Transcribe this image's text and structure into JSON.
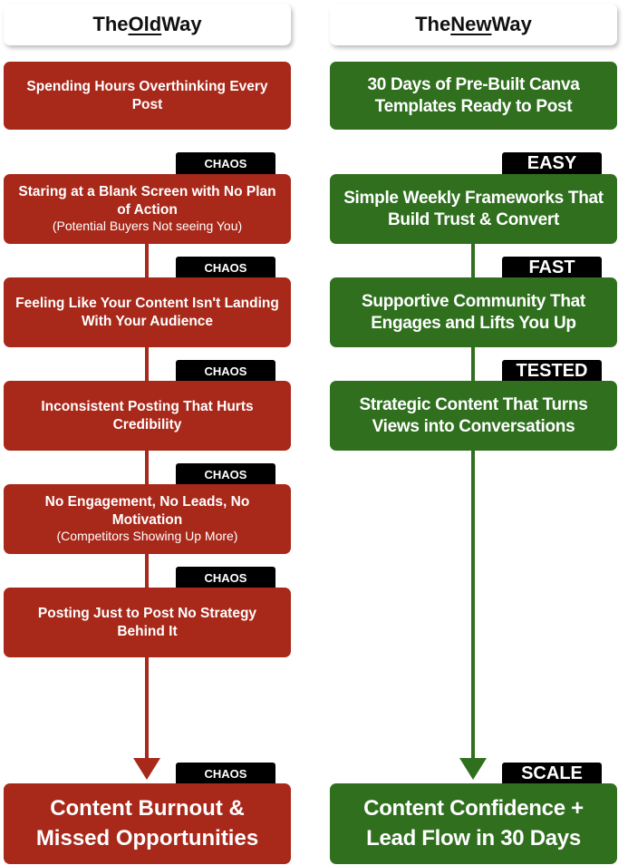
{
  "old": {
    "title_pre": "The ",
    "title_u": "Old",
    "title_post": " Way",
    "steps": [
      {
        "title": "Spending Hours Overthinking Every Post"
      },
      {
        "badge": "CHAOS",
        "title": "Staring at a Blank Screen with No Plan of Action",
        "sub": "(Potential Buyers Not seeing You)"
      },
      {
        "badge": "CHAOS",
        "title": "Feeling Like Your Content Isn't Landing With Your Audience"
      },
      {
        "badge": "CHAOS",
        "title": "Inconsistent Posting That Hurts Credibility"
      },
      {
        "badge": "CHAOS",
        "title": "No Engagement, No Leads, No Motivation",
        "sub": "(Competitors Showing Up More)"
      },
      {
        "badge": "CHAOS",
        "title": "Posting Just to Post  No Strategy Behind It"
      }
    ],
    "final": {
      "badge": "CHAOS",
      "title": "Content Burnout & Missed Opportunities"
    }
  },
  "new": {
    "title_pre": "The ",
    "title_u": "New",
    "title_post": " Way",
    "steps": [
      {
        "title": "30 Days of Pre-Built Canva Templates Ready to Post"
      },
      {
        "badge": "EASY",
        "title": "Simple Weekly Frameworks That Build Trust & Convert"
      },
      {
        "badge": "FAST",
        "title": "Supportive Community That Engages and Lifts You Up"
      },
      {
        "badge": "TESTED",
        "title": "Strategic Content That Turns Views into Conversations"
      }
    ],
    "final": {
      "badge": "SCALE",
      "title": "Content Confidence + Lead Flow in 30 Days"
    }
  },
  "colors": {
    "old": "#a8281a",
    "new": "#2f6f1e"
  }
}
